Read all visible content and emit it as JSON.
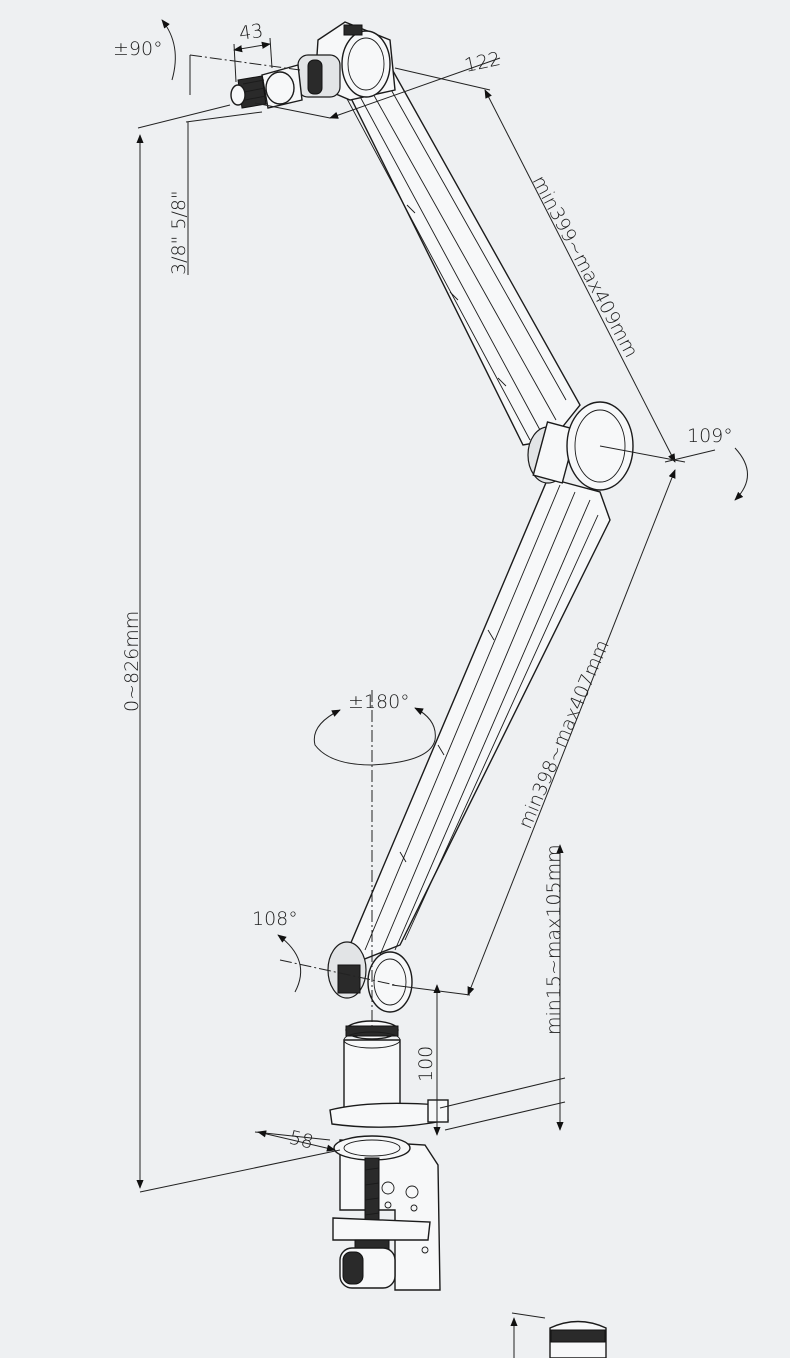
{
  "labels": {
    "tilt_head": "±90°",
    "head_length": "43",
    "head_offset": "122",
    "thread": "3/8\"  5/8\"",
    "upper_arm": "min399~max409mm",
    "elbow_angle": "109°",
    "total_height": "0~826mm",
    "base_rotation": "±180°",
    "lower_arm": "min398~max407mm",
    "clamp_range": "min15~max105mm",
    "base_angle": "108°",
    "post_height": "100",
    "base_width": "58"
  }
}
